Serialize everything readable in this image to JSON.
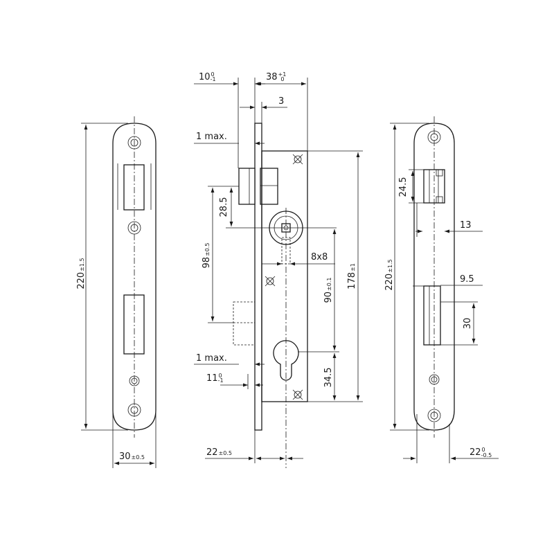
{
  "dims": {
    "front_height": {
      "value": "220",
      "tol": "±1.5"
    },
    "front_width": {
      "value": "30",
      "tol": "±0.5"
    },
    "top_offset": {
      "value": "10",
      "tol_up": "0",
      "tol_dn": "-1"
    },
    "backset": {
      "value": "38",
      "tol_up": "+1",
      "tol_dn": "0"
    },
    "plate_thk": {
      "value": "3"
    },
    "latch_max_top": {
      "value": "1 max."
    },
    "latch_max_bot": {
      "value": "1 max."
    },
    "spindle_offset": {
      "value": "28.5"
    },
    "spindle_to_cyl": {
      "value": "98",
      "tol": "±0.5"
    },
    "spindle": {
      "value": "8x8"
    },
    "hole_center": {
      "value": "90",
      "tol": "±0.1"
    },
    "case_height": {
      "value": "178",
      "tol": "±1"
    },
    "cyl_to_bottom": {
      "value": "34.5"
    },
    "bolt_offset": {
      "value": "11",
      "tol_up": "0",
      "tol_dn": "-1"
    },
    "face_to_cyl": {
      "value": "22",
      "tol": "±0.5"
    },
    "strike_height": {
      "value": "220",
      "tol": "±1.5"
    },
    "strike_latch_h": {
      "value": "24.5"
    },
    "strike_latch_w": {
      "value": "13"
    },
    "strike_bolt_w": {
      "value": "9.5"
    },
    "strike_bolt_h": {
      "value": "30"
    },
    "strike_depth": {
      "value": "22",
      "tol_up": "0",
      "tol_dn": "-0.5"
    }
  }
}
